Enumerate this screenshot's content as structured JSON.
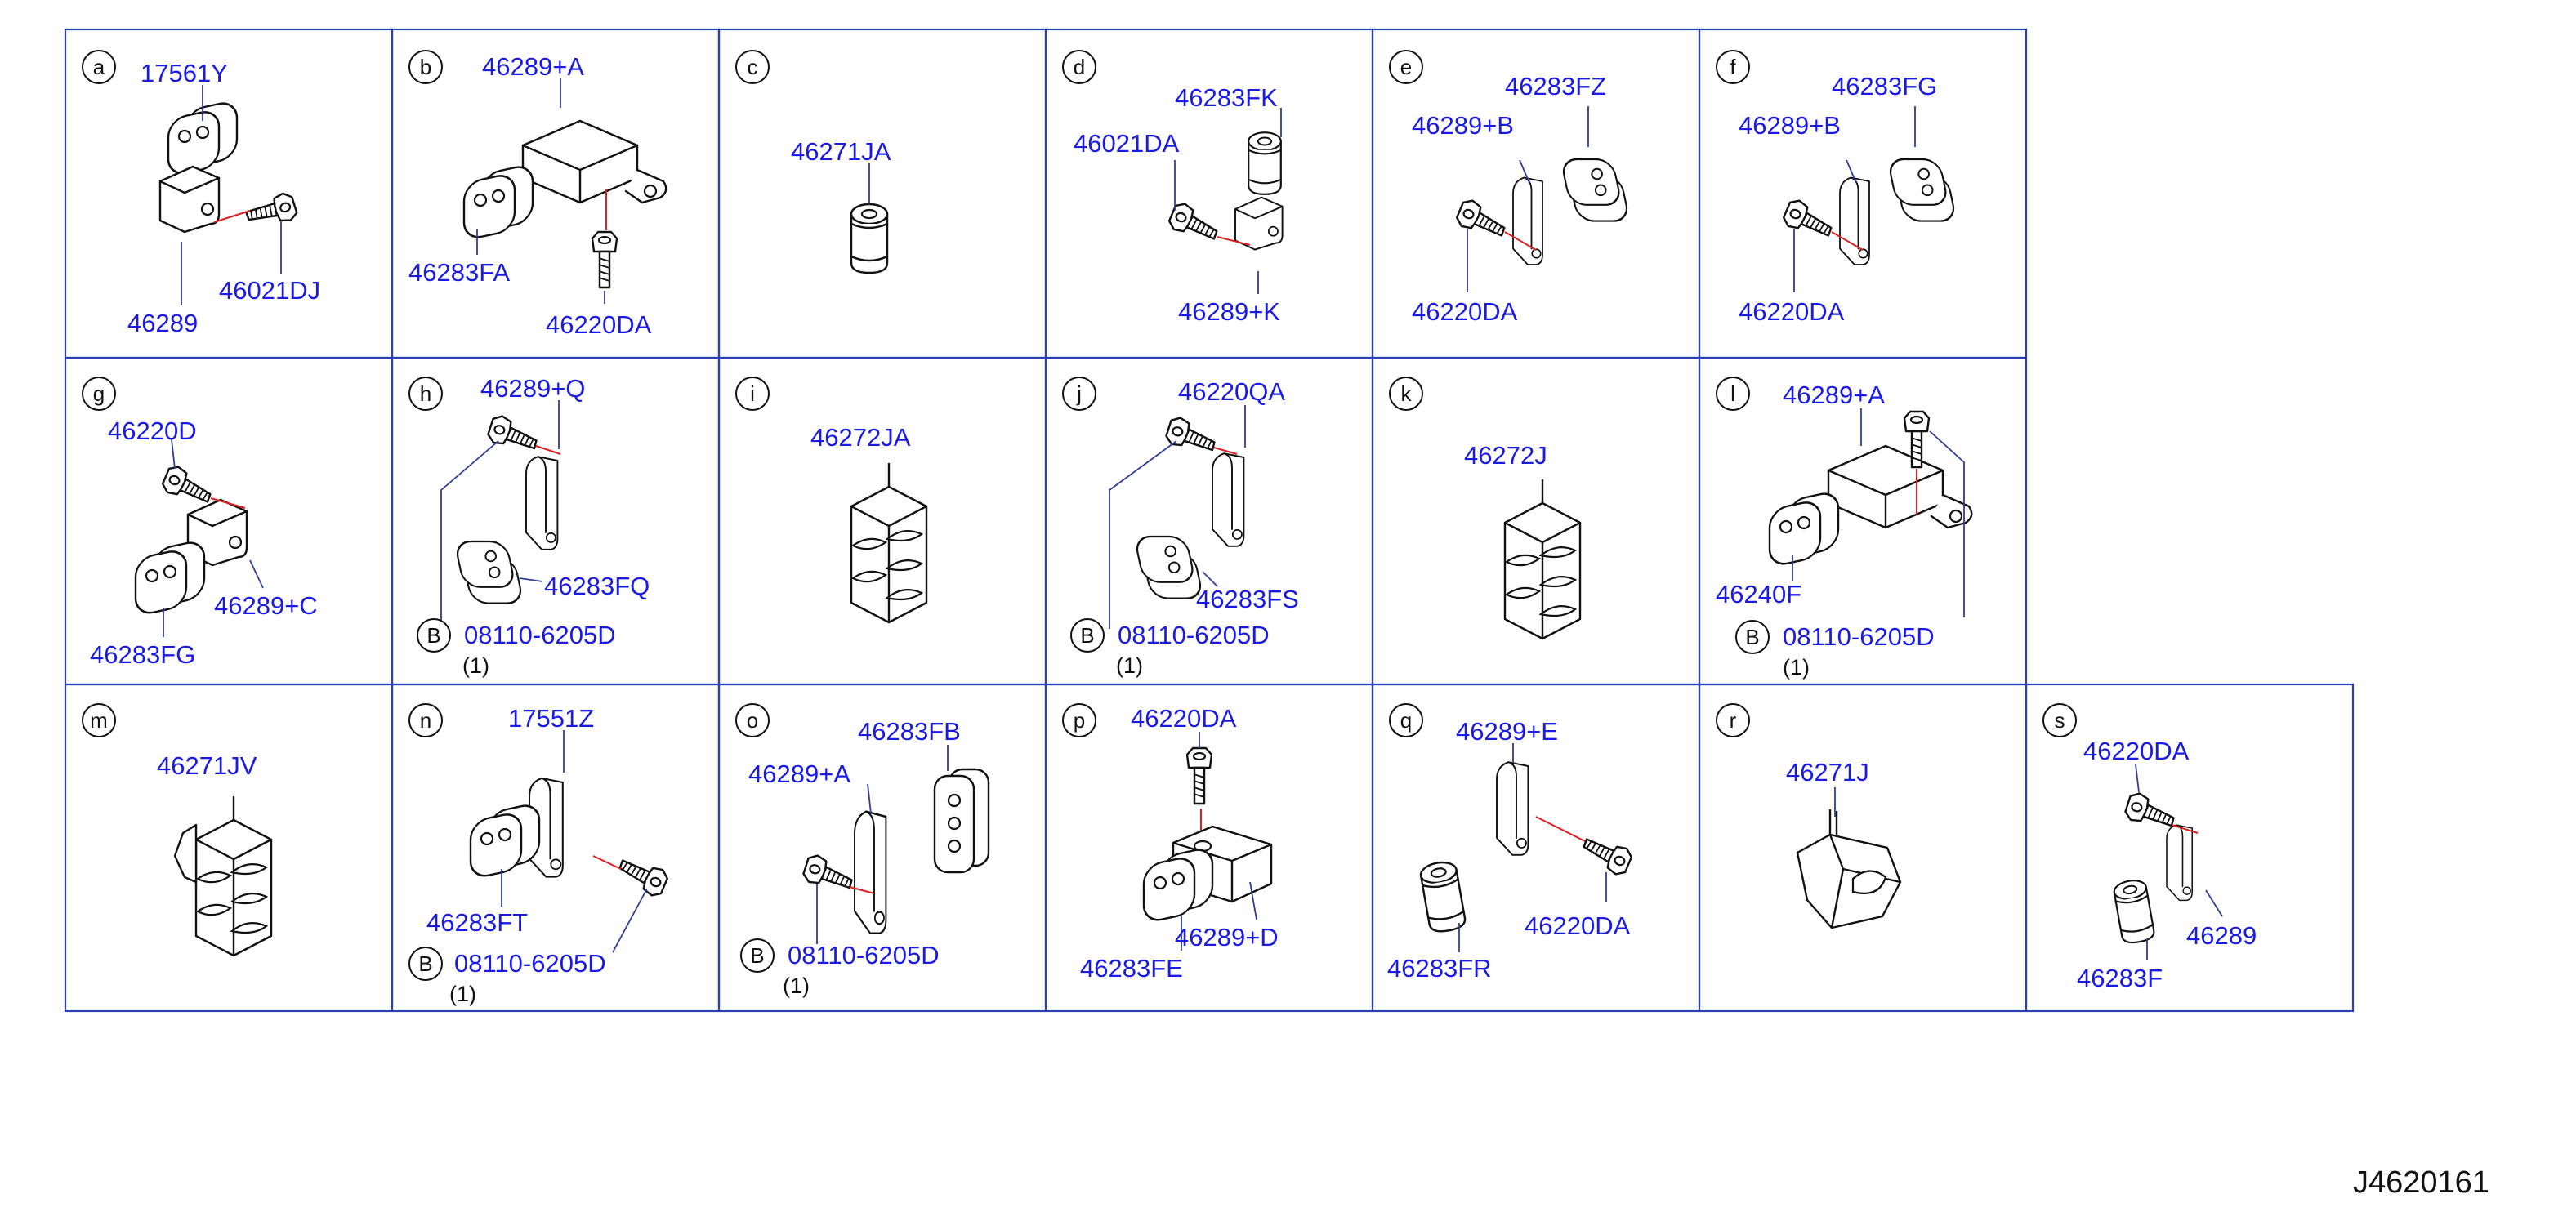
{
  "drawing_ref": "J4620161",
  "cells": [
    {
      "id": "a",
      "labels": [
        "17561Y",
        "46289",
        "46021DJ"
      ]
    },
    {
      "id": "b",
      "labels": [
        "46289+A",
        "46283FA",
        "46220DA"
      ]
    },
    {
      "id": "c",
      "labels": [
        "46271JA"
      ]
    },
    {
      "id": "d",
      "labels": [
        "46283FK",
        "46021DA",
        "46289+K"
      ]
    },
    {
      "id": "e",
      "labels": [
        "46283FZ",
        "46289+B",
        "46220DA"
      ]
    },
    {
      "id": "f",
      "labels": [
        "46283FG",
        "46289+B",
        "46220DA"
      ]
    },
    {
      "id": "g",
      "labels": [
        "46220D",
        "46289+C",
        "46283FG"
      ]
    },
    {
      "id": "h",
      "labels": [
        "46289+Q",
        "46283FQ",
        "08110-6205D"
      ],
      "bolt_marker": "B",
      "qty": "(1)"
    },
    {
      "id": "i",
      "labels": [
        "46272JA"
      ]
    },
    {
      "id": "j",
      "labels": [
        "46220QA",
        "46283FS",
        "08110-6205D"
      ],
      "bolt_marker": "B",
      "qty": "(1)"
    },
    {
      "id": "k",
      "labels": [
        "46272J"
      ]
    },
    {
      "id": "l",
      "labels": [
        "46289+A",
        "46240F",
        "08110-6205D"
      ],
      "bolt_marker": "B",
      "qty": "(1)"
    },
    {
      "id": "m",
      "labels": [
        "46271JV"
      ]
    },
    {
      "id": "n",
      "labels": [
        "17551Z",
        "46283FT",
        "08110-6205D"
      ],
      "bolt_marker": "B",
      "qty": "(1)"
    },
    {
      "id": "o",
      "labels": [
        "46283FB",
        "46289+A",
        "08110-6205D"
      ],
      "bolt_marker": "B",
      "qty": "(1)"
    },
    {
      "id": "p",
      "labels": [
        "46220DA",
        "46289+D",
        "46283FE"
      ]
    },
    {
      "id": "q",
      "labels": [
        "46289+E",
        "46220DA",
        "46283FR"
      ]
    },
    {
      "id": "r",
      "labels": [
        "46271J"
      ]
    },
    {
      "id": "s",
      "labels": [
        "46220DA",
        "46289",
        "46283F"
      ]
    }
  ]
}
